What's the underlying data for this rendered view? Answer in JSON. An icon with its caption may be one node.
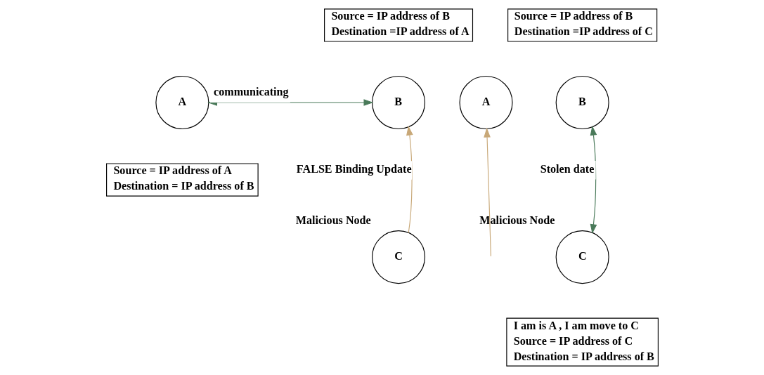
{
  "diagram": {
    "nodes": [
      {
        "text": [
          "Source = IP address of B",
          "Destination =IP address of A"
        ]
      },
      {
        "text": [
          "A"
        ]
      },
      {
        "text": [
          "B"
        ]
      },
      {
        "text": [
          "Source = IP address of A",
          "Destination = IP address of B"
        ]
      },
      {
        "text": [
          "C"
        ],
        "beside": [
          "Malicious Node"
        ]
      },
      {
        "text": [
          "Source = IP address of B",
          "Destination =IP address of C"
        ]
      },
      {
        "text": [
          "A"
        ]
      },
      {
        "text": [
          "B"
        ]
      },
      {
        "text": [
          "C"
        ],
        "beside": [
          "Malicious Node"
        ]
      },
      {
        "text": [
          "I am is A , I am move to C",
          "Source = IP address of C",
          "Destination = IP address of B"
        ]
      }
    ],
    "edges": [
      {
        "from": 1,
        "to": 2,
        "arrow": "both",
        "label": "communicating",
        "color": "#4a7a5a"
      },
      {
        "from": 4,
        "to": 2,
        "arrow": "to",
        "label": "FALSE Binding Update",
        "color": "#c8a878"
      },
      {
        "from": null,
        "to": 6,
        "arrow": "to",
        "color": "#c8a878"
      },
      {
        "from": 8,
        "to": 7,
        "arrow": "both",
        "label": "Stolen date",
        "color": "#4a7a5a"
      }
    ]
  }
}
